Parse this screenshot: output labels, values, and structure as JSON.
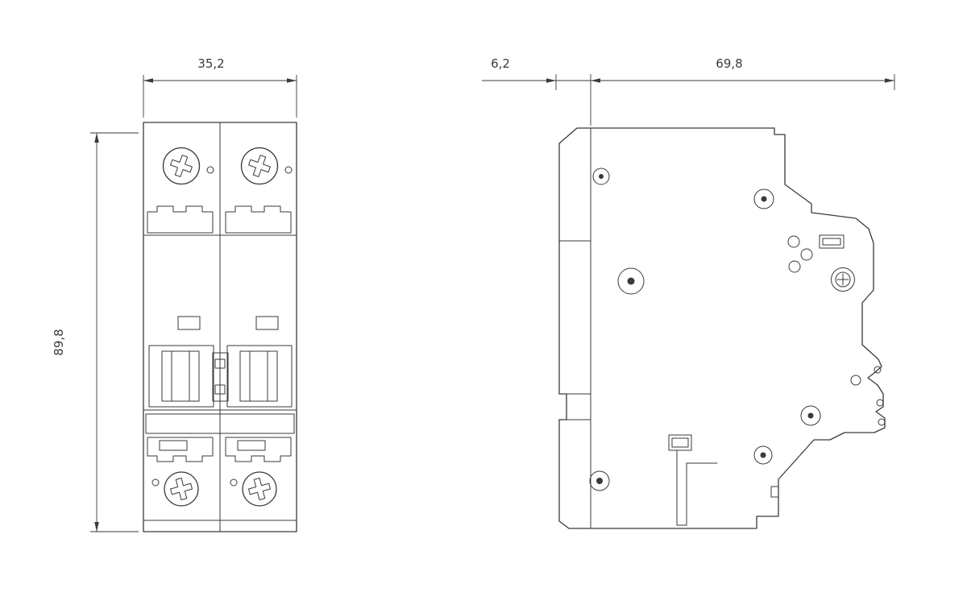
{
  "drawing": {
    "background": "#ffffff",
    "line_color": "#3a3a3a",
    "views": {
      "front": {
        "name": "front-view",
        "dimensions": {
          "width": {
            "label": "35,2"
          },
          "height": {
            "label": "89,8"
          }
        }
      },
      "side": {
        "name": "side-view",
        "dimensions": {
          "front_offset": {
            "label": "6,2"
          },
          "depth": {
            "label": "69,8"
          }
        }
      }
    }
  }
}
